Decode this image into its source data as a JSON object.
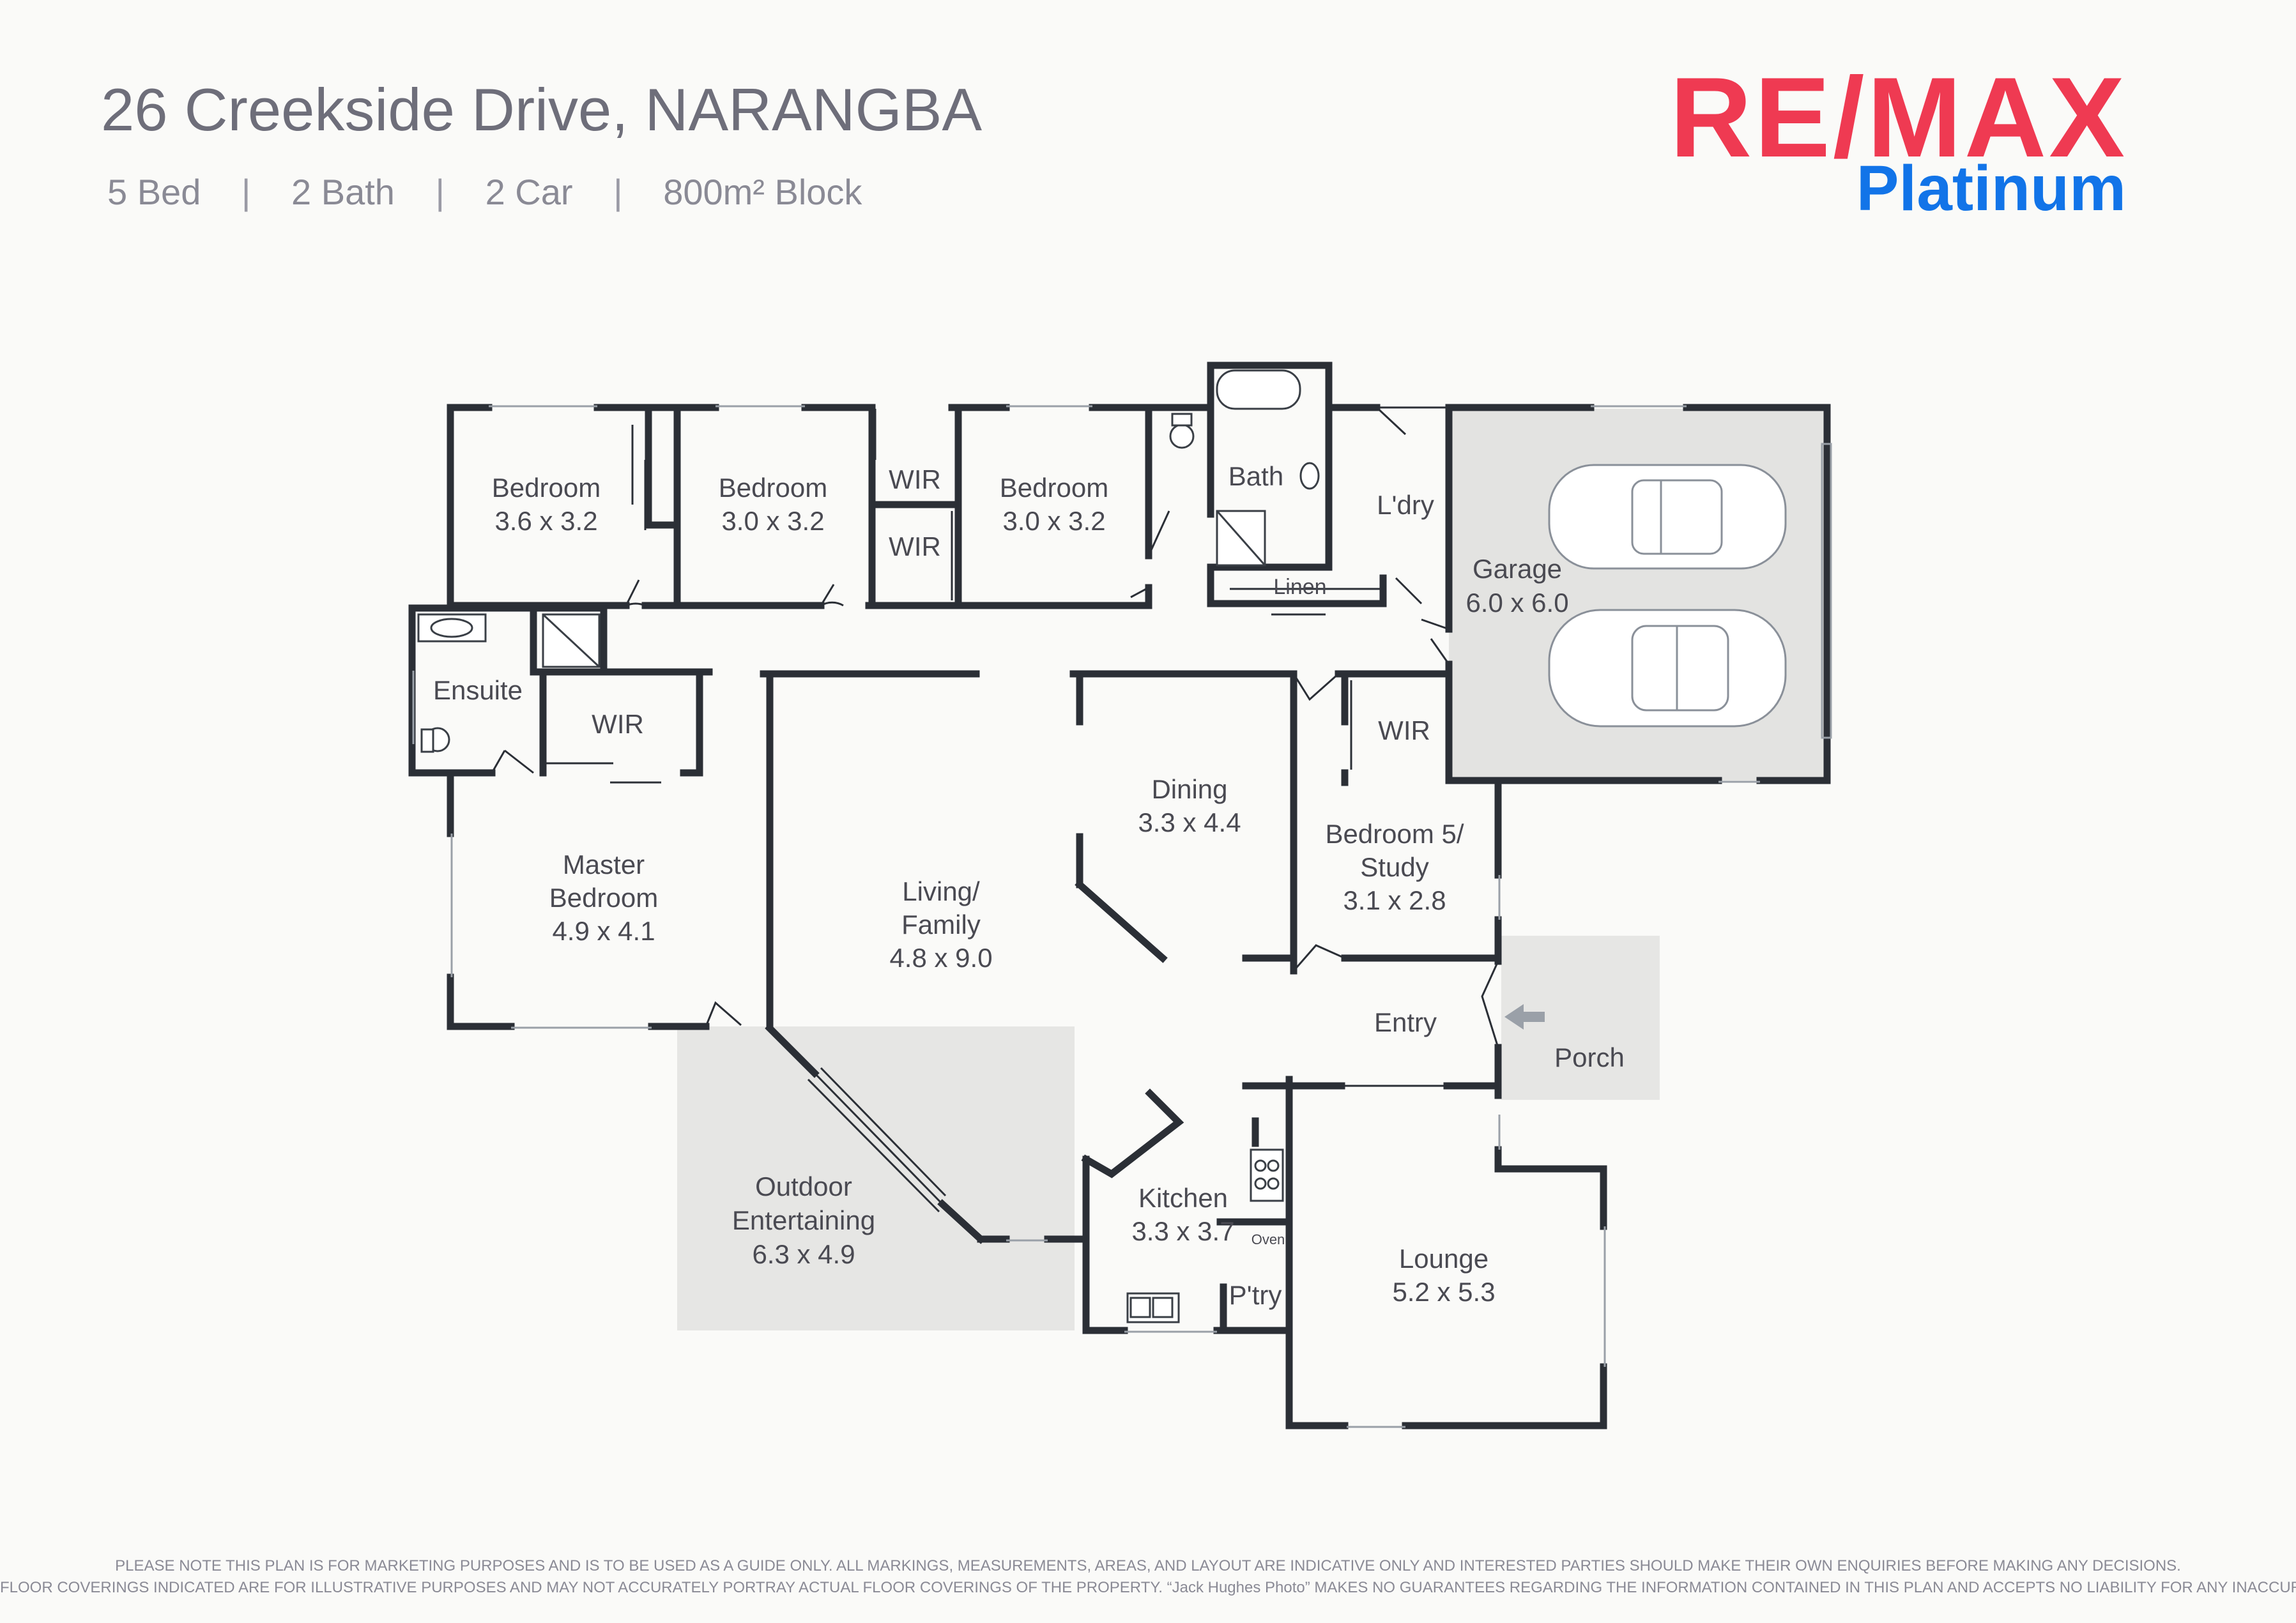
{
  "header": {
    "address": "26 Creekside Drive, NARANGBA",
    "specs": [
      "5 Bed",
      "2 Bath",
      "2 Car",
      "800m² Block"
    ],
    "separator": "|"
  },
  "logo": {
    "top_text": "RE/MAX",
    "bottom_text": "Platinum",
    "top_color": "#ef3a52",
    "bottom_color": "#1274e8"
  },
  "rooms": {
    "bedroom_1": {
      "name": "Bedroom",
      "size": "3.6 x 3.2"
    },
    "bedroom_2": {
      "name": "Bedroom",
      "size": "3.0 x 3.2"
    },
    "bedroom_3": {
      "name": "Bedroom",
      "size": "3.0 x 3.2"
    },
    "wir_a": {
      "name": "WIR"
    },
    "wir_b": {
      "name": "WIR"
    },
    "bath": {
      "name": "Bath"
    },
    "laundry": {
      "name": "L'dry"
    },
    "linen": {
      "name": "Linen"
    },
    "garage": {
      "name": "Garage",
      "size": "6.0 x 6.0"
    },
    "ensuite": {
      "name": "Ensuite"
    },
    "wir_master": {
      "name": "WIR"
    },
    "master_bedroom": {
      "name_line1": "Master",
      "name_line2": "Bedroom",
      "size": "4.9 x 4.1"
    },
    "dining": {
      "name": "Dining",
      "size": "3.3 x 4.4"
    },
    "wir_study": {
      "name": "WIR"
    },
    "bedroom_5": {
      "name_line1": "Bedroom 5/",
      "name_line2": "Study",
      "size": "3.1 x 2.8"
    },
    "living": {
      "name_line1": "Living/",
      "name_line2": "Family",
      "size": "4.8 x 9.0"
    },
    "entry": {
      "name": "Entry"
    },
    "porch": {
      "name": "Porch"
    },
    "outdoor": {
      "name_line1": "Outdoor",
      "name_line2": "Entertaining",
      "size": "6.3 x 4.9"
    },
    "kitchen": {
      "name": "Kitchen",
      "size": "3.3 x 3.7"
    },
    "oven": {
      "name": "Oven"
    },
    "pantry": {
      "name": "P'try"
    },
    "lounge": {
      "name": "Lounge",
      "size": "5.2 x 5.3"
    }
  },
  "colors": {
    "wall": "#2b2f36",
    "outdoor_fill": "#e6e6e4",
    "garage_fill": "#e3e3e1"
  },
  "disclaimer": {
    "line1": "PLEASE NOTE THIS PLAN IS FOR MARKETING PURPOSES AND IS TO BE USED AS A GUIDE ONLY.  ALL MARKINGS, MEASUREMENTS, AREAS, AND LAYOUT ARE INDICATIVE ONLY AND INTERESTED PARTIES SHOULD MAKE THEIR OWN ENQUIRIES BEFORE MAKING ANY DECISIONS.",
    "line2": "FLOOR COVERINGS INDICATED ARE FOR ILLUSTRATIVE PURPOSES AND MAY NOT ACCURATELY PORTRAY ACTUAL FLOOR COVERINGS OF THE PROPERTY.  “Jack Hughes Photo” MAKES NO GUARANTEES REGARDING THE INFORMATION CONTAINED IN THIS PLAN AND ACCEPTS NO LIABILITY FOR  ANY INACCURACIES."
  }
}
